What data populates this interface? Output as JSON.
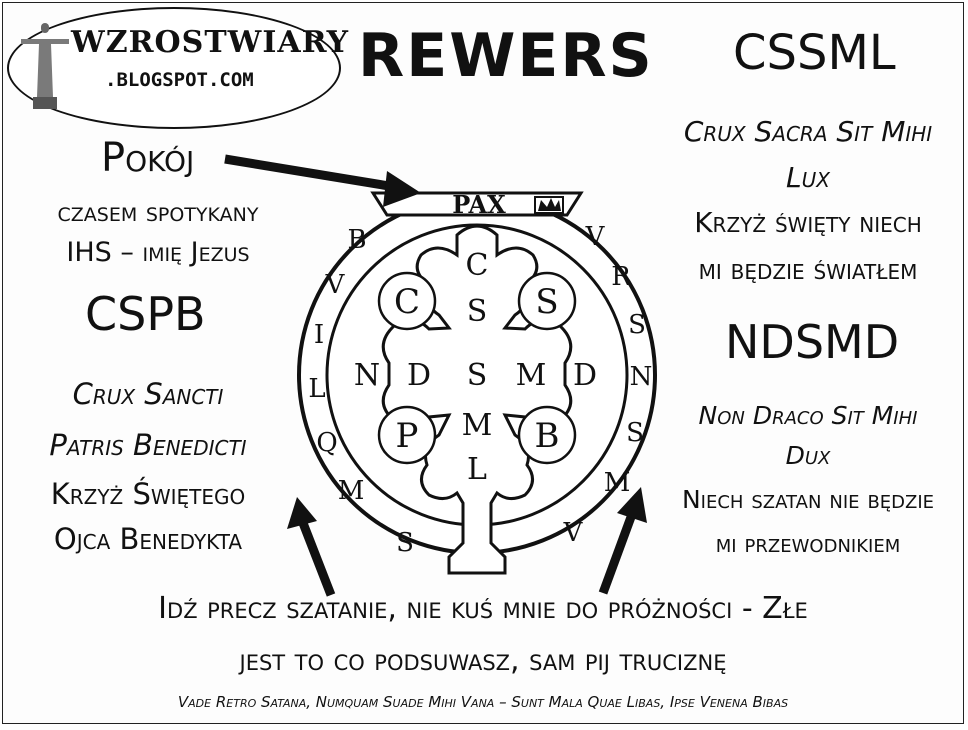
{
  "logo": {
    "title": "WZROSTWIARY",
    "subtitle": ".BLOGSPOT.COM",
    "icon": "christ-statue-icon"
  },
  "heading": "REWERS",
  "right": {
    "cssml": {
      "acronym": "CSSML",
      "latin_1": "Crux Sacra Sit Mihi",
      "latin_2": "Lux",
      "polish_1": "Krzyż święty niech",
      "polish_2": "mi będzie światłem"
    },
    "ndsmd": {
      "acronym": "NDSMD",
      "latin_1": "Non Draco Sit Mihi",
      "latin_2": "Dux",
      "polish_1": "Niech szatan nie będzie",
      "polish_2": "mi przewodnikiem"
    }
  },
  "left": {
    "pax": {
      "word": "Pokój",
      "note_1": "czasem spotykany",
      "note_2": "IHS – imię Jezus"
    },
    "cspb": {
      "acronym": "CSPB",
      "latin_1": "Crux Sancti",
      "latin_2": "Patris Benedicti",
      "polish_1": "Krzyż Świętego",
      "polish_2": "Ojca Benedykta"
    }
  },
  "bottom": {
    "polish_1": "Idź precz szatanie, nie kuś mnie do próżności - Złe",
    "polish_2": "jest to co podsuwasz, sam pij truciznę",
    "latin": "Vade Retro Satana, Numquam Suade Mihi Vana – Sunt Mala Quae Libas, Ipse Venena Bibas"
  },
  "medal": {
    "pax": "PAX",
    "ring_left": [
      "B",
      "V",
      "I",
      "L",
      "Q",
      "M",
      "S"
    ],
    "ring_right": [
      "V",
      "R",
      "S",
      "N",
      "S",
      "M",
      "V"
    ],
    "cross_vertical_top": [
      "C",
      "S"
    ],
    "cross_center": [
      "N",
      "D",
      "S",
      "M",
      "D"
    ],
    "cross_vertical_bottom": [
      "M",
      "L"
    ],
    "corners": [
      "C",
      "S",
      "P",
      "B"
    ]
  }
}
